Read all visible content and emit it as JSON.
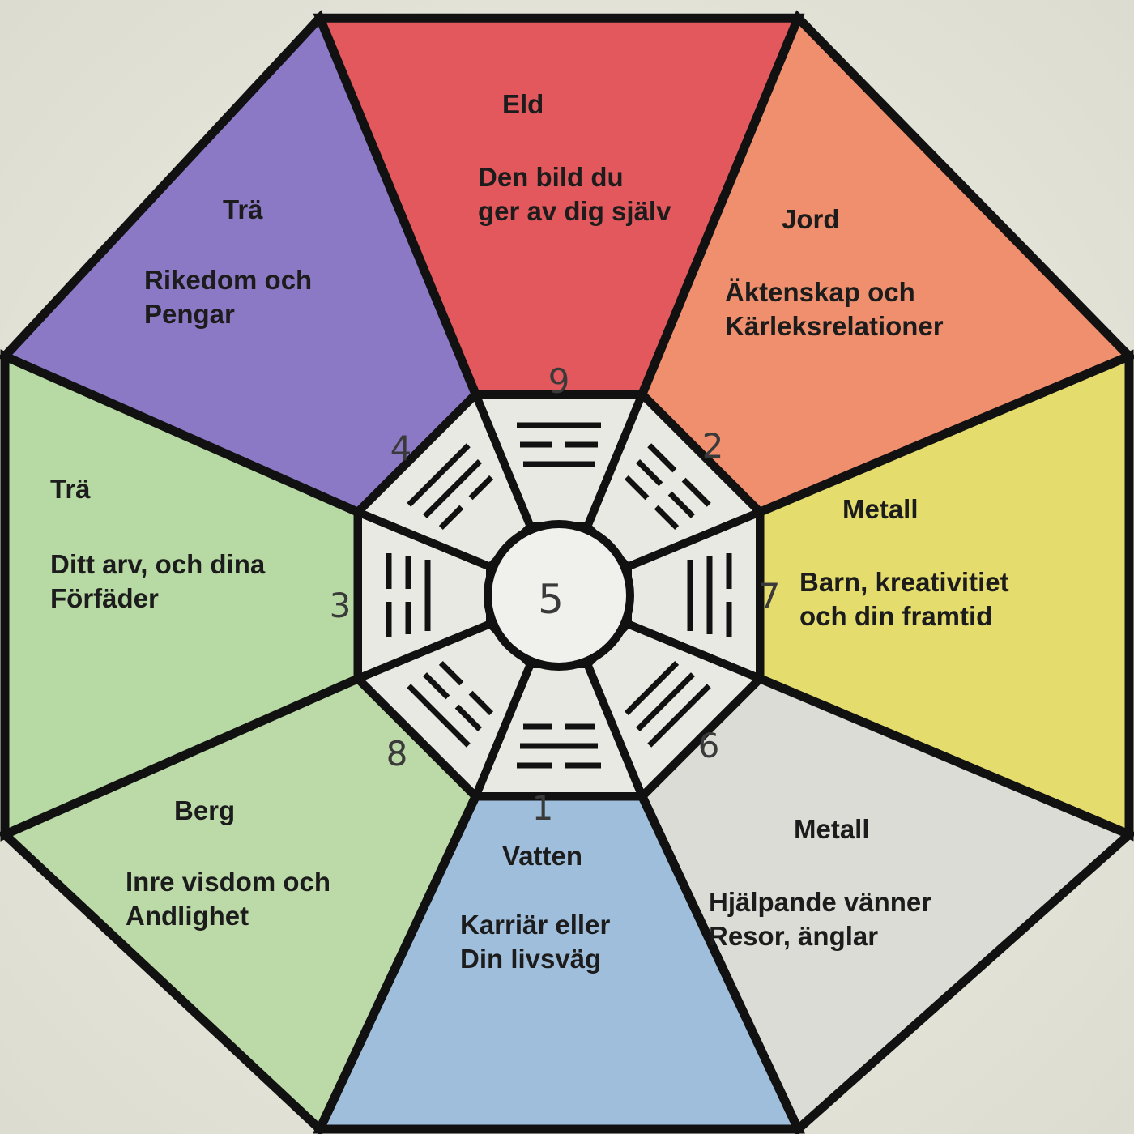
{
  "center": {
    "number": "5"
  },
  "sectors": [
    {
      "id": "fire",
      "element": "Eld",
      "description": [
        "Den bild du",
        "ger av dig själv"
      ],
      "number": "9",
      "color": "#e2585d"
    },
    {
      "id": "earth",
      "element": "Jord",
      "description": [
        "Äktenskap och",
        "Kärleksrelationer"
      ],
      "number": "2",
      "color": "#ef8f6e"
    },
    {
      "id": "metal1",
      "element": "Metall",
      "description": [
        "Barn, kreativitiet",
        "och din framtid"
      ],
      "number": "7",
      "color": "#e4dc6c"
    },
    {
      "id": "metal2",
      "element": "Metall",
      "description": [
        "Hjälpande vänner",
        "Resor, änglar"
      ],
      "number": "6",
      "color": "#dcdcd6"
    },
    {
      "id": "water",
      "element": "Vatten",
      "description": [
        "Karriär eller",
        "Din livsväg"
      ],
      "number": "1",
      "color": "#9fbedc"
    },
    {
      "id": "mountain",
      "element": "Berg",
      "description": [
        "Inre visdom och",
        "Andlighet"
      ],
      "number": "8",
      "color": "#bcd9a8"
    },
    {
      "id": "wood1",
      "element": "Trä",
      "description": [
        "Ditt arv, och dina",
        "Förfäder"
      ],
      "number": "3",
      "color": "#b7d9a4"
    },
    {
      "id": "wood2",
      "element": "Trä",
      "description": [
        "Rikedom och",
        "Pengar"
      ],
      "number": "4",
      "color": "#8c79c6"
    }
  ],
  "trigrams": [
    {
      "id": "fire",
      "lines": [
        "solid",
        "broken",
        "solid"
      ]
    },
    {
      "id": "earth",
      "lines": [
        "broken",
        "broken",
        "broken"
      ]
    },
    {
      "id": "metal1",
      "lines": [
        "broken",
        "solid",
        "solid"
      ]
    },
    {
      "id": "metal2",
      "lines": [
        "solid",
        "solid",
        "solid"
      ]
    },
    {
      "id": "water",
      "lines": [
        "broken",
        "solid",
        "broken"
      ]
    },
    {
      "id": "mountain",
      "lines": [
        "solid",
        "broken",
        "broken"
      ]
    },
    {
      "id": "wood1",
      "lines": [
        "broken",
        "broken",
        "solid"
      ]
    },
    {
      "id": "wood2",
      "lines": [
        "solid",
        "solid",
        "broken"
      ]
    }
  ]
}
